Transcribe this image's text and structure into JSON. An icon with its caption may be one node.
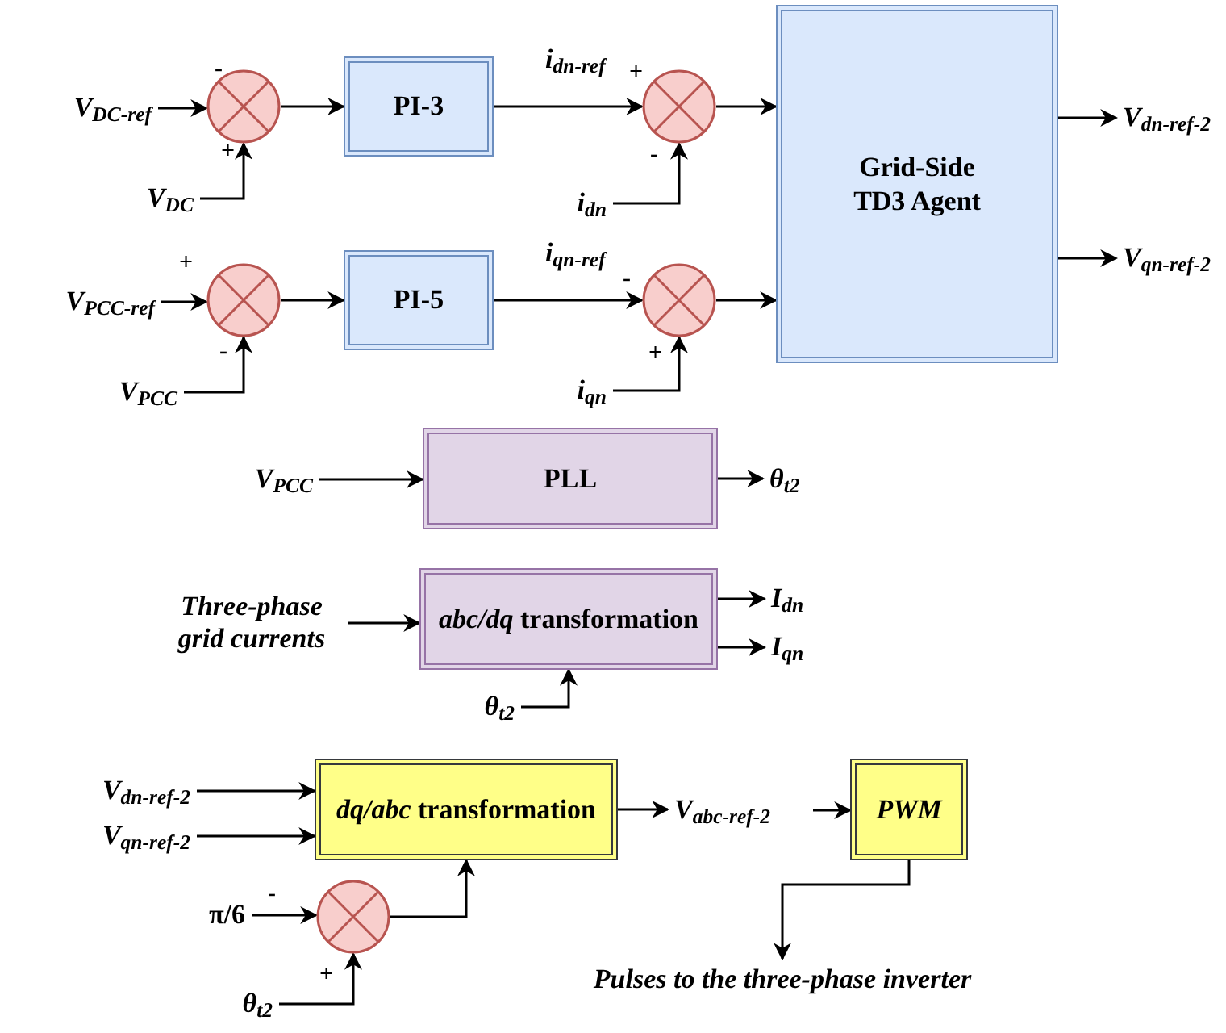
{
  "diagram": {
    "nodes": [
      {
        "text": [
          "V$_{DC-ref}$"
        ]
      },
      {
        "text": [],
        "shape": "circle"
      },
      {
        "text": [
          "PI-3"
        ]
      },
      {
        "text": [],
        "shape": "circle"
      },
      {
        "text": [
          "Grid-Side TD3 Agent"
        ]
      },
      {
        "text": [
          "V$_{dn-ref-2}$"
        ]
      },
      {
        "text": [
          "V$_{DC}$"
        ]
      },
      {
        "text": [
          "i$_{dn}$"
        ]
      },
      {
        "text": [
          "V$_{PCC-ref}$"
        ]
      },
      {
        "text": [],
        "shape": "circle"
      },
      {
        "text": [
          "PI-5"
        ]
      },
      {
        "text": [],
        "shape": "circle"
      },
      {
        "text": [
          "V$_{qn-ref-2}$"
        ]
      },
      {
        "text": [
          "V$_{PCC}$"
        ]
      },
      {
        "text": [
          "i$_{qn}$"
        ]
      },
      {
        "text": [
          "V$_{PCC}$"
        ]
      },
      {
        "text": [
          "PLL"
        ]
      },
      {
        "text": [
          "θ$_{t2}$"
        ]
      },
      {
        "text": [
          "Three-phase grid currents"
        ]
      },
      {
        "text": [
          "*abc/dq* transformation"
        ]
      },
      {
        "text": [
          "I$_{dn}$"
        ]
      },
      {
        "text": [
          "I$_{qn}$"
        ]
      },
      {
        "text": [
          "θ$_{t2}$"
        ]
      },
      {
        "text": [
          "V$_{dn-ref-2}$"
        ]
      },
      {
        "text": [
          "V$_{qn-ref-2}$"
        ]
      },
      {
        "text": [
          "*dq/abc* transformation"
        ]
      },
      {
        "text": [
          "V$_{abc-ref-2}$"
        ]
      },
      {
        "text": [
          "PWM"
        ]
      },
      {
        "text": [
          "π/6"
        ]
      },
      {
        "text": [],
        "shape": "circle"
      },
      {
        "text": [
          "θ$_{t2}$"
        ]
      },
      {
        "text": [
          "Pulses to the three-phase inverter"
        ]
      }
    ],
    "edges": [
      {
        "from": 0,
        "to": 1,
        "arrow": "to"
      },
      {
        "from": 6,
        "to": 1,
        "arrow": "to"
      },
      {
        "from": 1,
        "to": 2,
        "arrow": "to"
      },
      {
        "from": 2,
        "to": 3,
        "arrow": "to",
        "label": "i$_{dn-ref}$"
      },
      {
        "from": 7,
        "to": 3,
        "arrow": "to"
      },
      {
        "from": 3,
        "to": 4,
        "arrow": "to"
      },
      {
        "from": 4,
        "to": 5,
        "arrow": "to"
      },
      {
        "from": 8,
        "to": 9,
        "arrow": "to"
      },
      {
        "from": 13,
        "to": 9,
        "arrow": "to"
      },
      {
        "from": 9,
        "to": 10,
        "arrow": "to"
      },
      {
        "from": 10,
        "to": 11,
        "arrow": "to",
        "label": "i$_{qn-ref}$"
      },
      {
        "from": 14,
        "to": 11,
        "arrow": "to"
      },
      {
        "from": 11,
        "to": 4,
        "arrow": "to"
      },
      {
        "from": 4,
        "to": 12,
        "arrow": "to"
      },
      {
        "from": 15,
        "to": 16,
        "arrow": "to"
      },
      {
        "from": 16,
        "to": 17,
        "arrow": "to"
      },
      {
        "from": 18,
        "to": 19,
        "arrow": "to"
      },
      {
        "from": 22,
        "to": 19,
        "arrow": "to"
      },
      {
        "from": 19,
        "to": 20,
        "arrow": "to"
      },
      {
        "from": 19,
        "to": 21,
        "arrow": "to"
      },
      {
        "from": 23,
        "to": 25,
        "arrow": "to"
      },
      {
        "from": 24,
        "to": 25,
        "arrow": "to"
      },
      {
        "from": 25,
        "to": 26,
        "arrow": "to"
      },
      {
        "from": 26,
        "to": 27,
        "arrow": "to"
      },
      {
        "from": 28,
        "to": 29,
        "arrow": "to"
      },
      {
        "from": 30,
        "to": 29,
        "arrow": "to"
      },
      {
        "from": 29,
        "to": 25,
        "arrow": "to"
      },
      {
        "from": 27,
        "to": 31,
        "arrow": "to"
      }
    ],
    "labels": [
      "-",
      "+",
      "+",
      "-",
      "+",
      "-",
      "-",
      "+",
      "-",
      "+"
    ]
  }
}
